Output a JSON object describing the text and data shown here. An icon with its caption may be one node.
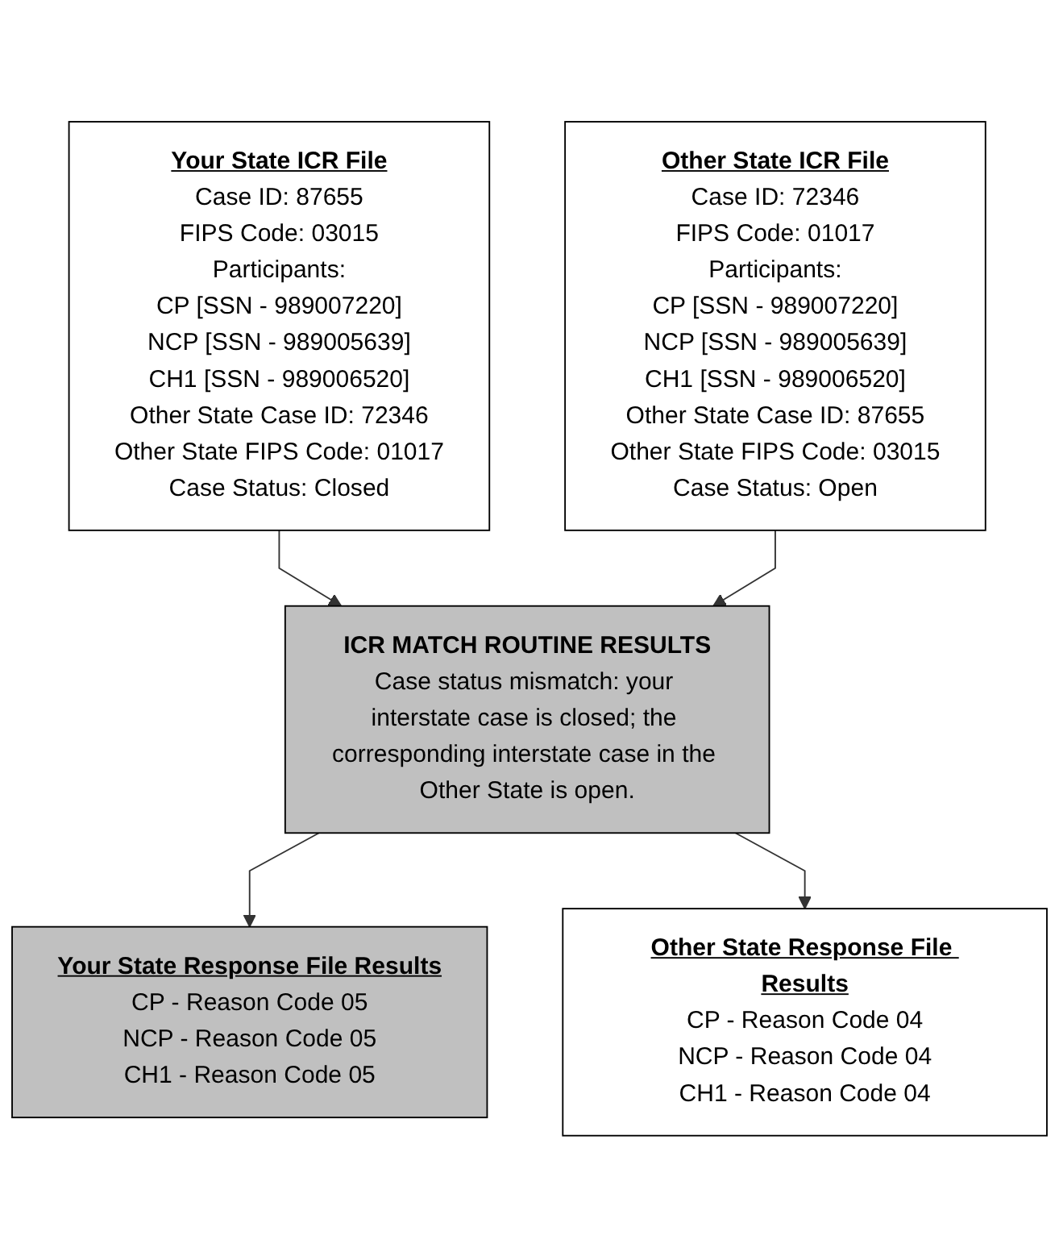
{
  "diagram": {
    "nodes": [
      {
        "text": [
          "Your State ICR File",
          "Case ID: 87655",
          "FIPS Code: 03015",
          "Participants:",
          "CP [SSN - 989007220]",
          "NCP [SSN - 989005639]",
          "CH1 [SSN - 989006520]",
          "Other State Case ID: 72346",
          "Other State FIPS Code: 01017",
          "Case Status: Closed"
        ]
      },
      {
        "text": [
          "Other State ICR File",
          "Case ID: 72346",
          "FIPS Code: 01017",
          "Participants:",
          "CP [SSN - 989007220]",
          "NCP [SSN - 989005639]",
          "CH1 [SSN - 989006520]",
          "Other State Case ID: 87655",
          "Other State FIPS Code: 03015",
          "Case Status: Open"
        ]
      },
      {
        "text": [
          "ICR MATCH ROUTINE RESULTS",
          "Case status mismatch: your interstate case is closed; the corresponding interstate case in the Other State is open."
        ]
      },
      {
        "text": [
          "Your State Response File Results",
          "CP - Reason Code 05",
          "NCP - Reason Code 05",
          "CH1 - Reason Code 05"
        ]
      },
      {
        "text": [
          "Other State Response File Results",
          "CP - Reason Code 04",
          "NCP - Reason Code 04",
          "CH1 - Reason Code 04"
        ]
      }
    ],
    "edges": [
      {
        "from": 0,
        "to": 2,
        "arrow": "to"
      },
      {
        "from": 1,
        "to": 2,
        "arrow": "to"
      },
      {
        "from": 2,
        "to": 3,
        "arrow": "to"
      },
      {
        "from": 2,
        "to": 4,
        "arrow": "to"
      }
    ]
  }
}
